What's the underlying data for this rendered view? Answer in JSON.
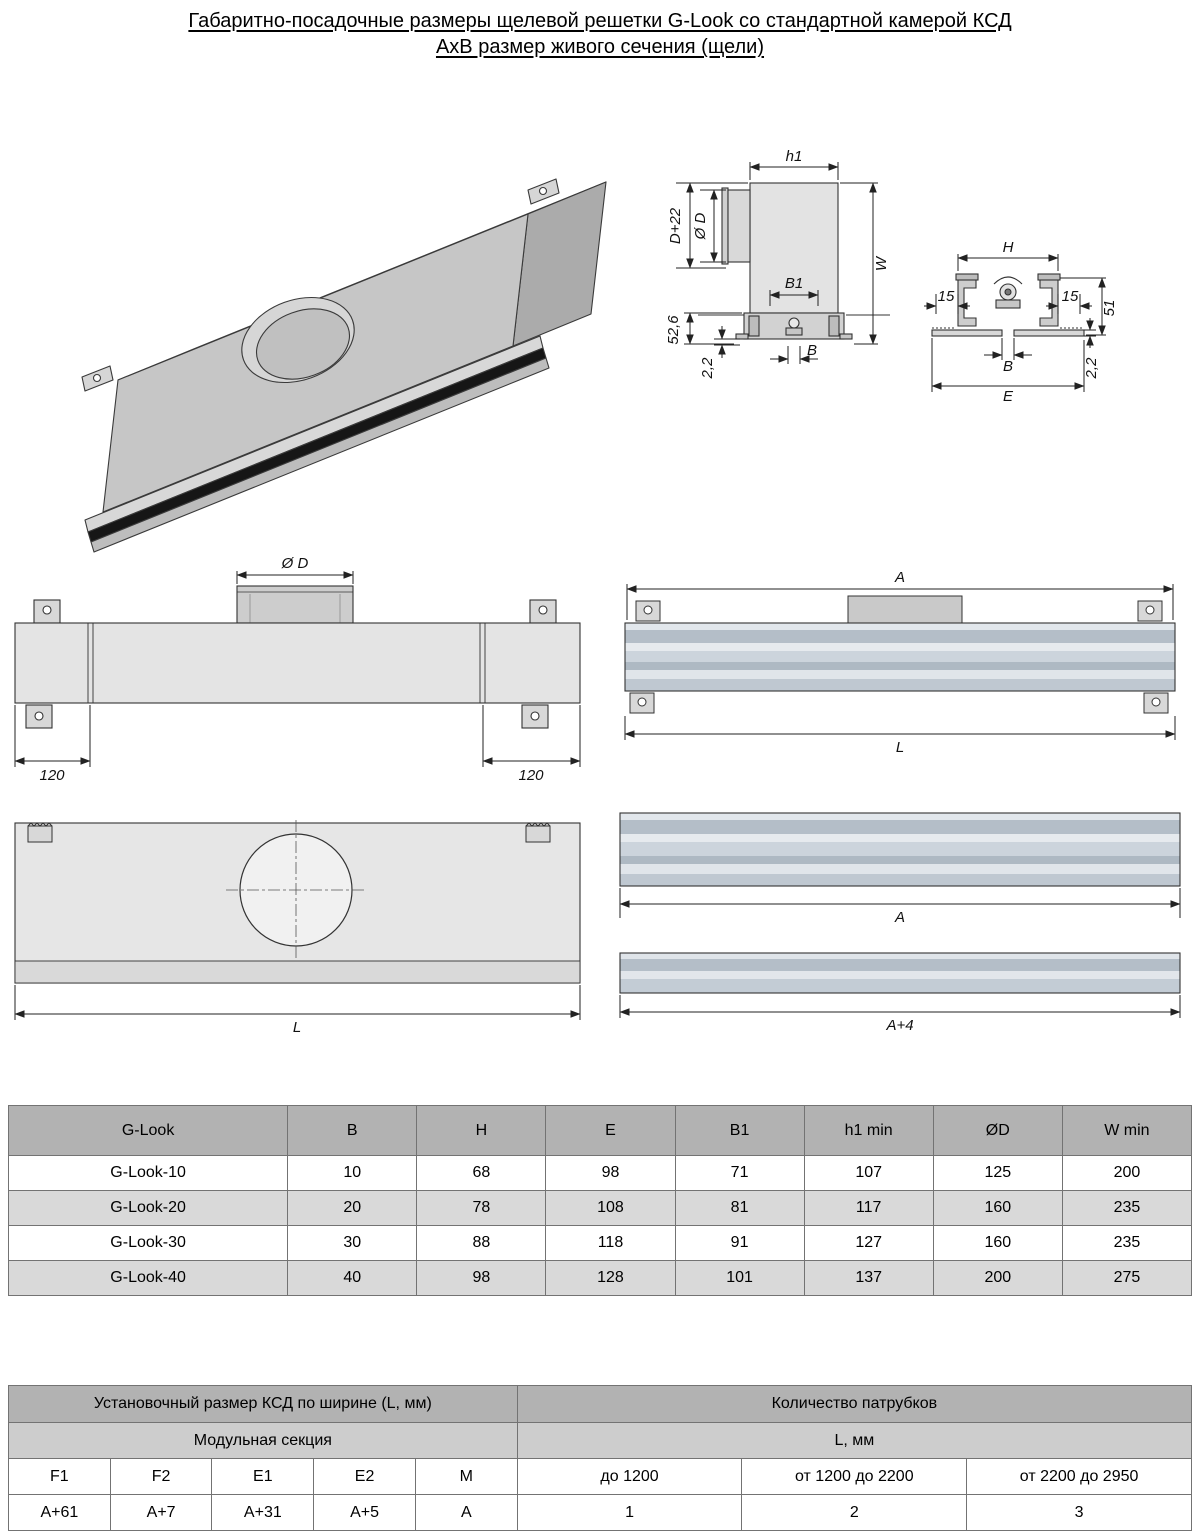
{
  "title": {
    "line1": "Габаритно-посадочные размеры щелевой решетки G-Look со стандартной камерой КСД",
    "line2": "АхВ размер живого сечения (щели)"
  },
  "dims": {
    "h1": "h1",
    "d_plus_22": "D+22",
    "phi_d": "Ø D",
    "b1": "B1",
    "w": "W",
    "v52_6": "52,6",
    "v2_2": "2,2",
    "b": "B",
    "h": "H",
    "v15": "15",
    "v51": "51",
    "e": "E",
    "v120": "120",
    "a": "A",
    "l": "L",
    "a_plus_4": "A+4"
  },
  "table1": {
    "headers": [
      "G-Look",
      "B",
      "H",
      "E",
      "B1",
      "h1 min",
      "ØD",
      "W min"
    ],
    "rows": [
      [
        "G-Look-10",
        "10",
        "68",
        "98",
        "71",
        "107",
        "125",
        "200"
      ],
      [
        "G-Look-20",
        "20",
        "78",
        "108",
        "81",
        "117",
        "160",
        "235"
      ],
      [
        "G-Look-30",
        "30",
        "88",
        "118",
        "91",
        "127",
        "160",
        "235"
      ],
      [
        "G-Look-40",
        "40",
        "98",
        "128",
        "101",
        "137",
        "200",
        "275"
      ]
    ]
  },
  "table2": {
    "group_left": "Установочный размер КСД по ширине (L, мм)",
    "group_right": "Количество патрубков",
    "sub_left": "Модульная секция",
    "sub_right": "L, мм",
    "module_headers": [
      "F1",
      "F2",
      "E1",
      "E2",
      "M"
    ],
    "module_values": [
      "A+61",
      "A+7",
      "A+31",
      "A+5",
      "A"
    ],
    "range_headers": [
      "до 1200",
      "от 1200 до 2200",
      "от 2200 до 2950"
    ],
    "range_values": [
      "1",
      "2",
      "3"
    ]
  }
}
